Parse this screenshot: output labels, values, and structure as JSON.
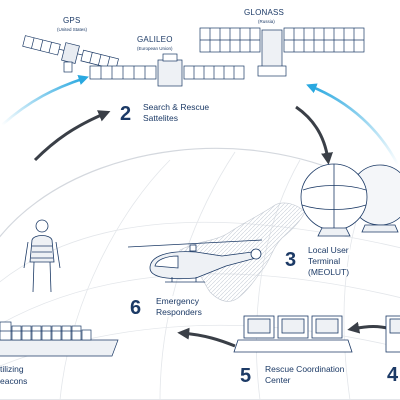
{
  "satellites": {
    "gps": {
      "name": "GPS",
      "region": "(United States)"
    },
    "galileo": {
      "name": "GALILEO",
      "region": "(European Union)"
    },
    "glonass": {
      "name": "GLONASS",
      "region": "(Russia)"
    }
  },
  "steps": [
    {
      "number": "2",
      "line1": "Search & Rescue",
      "line2": "Sattelites"
    },
    {
      "number": "3",
      "line1": "Local User",
      "line2": "Terminal",
      "line3": "(MEOLUT)"
    },
    {
      "number": "4",
      "line1": "",
      "line2": ""
    },
    {
      "number": "5",
      "line1": "Rescue Coordination",
      "line2": "Center"
    },
    {
      "number": "6",
      "line1": "Emergency",
      "line2": "Responders"
    }
  ],
  "beacons": {
    "line1": "tilizing",
    "line2": "eacons"
  },
  "colors": {
    "ink": "#1c3a66",
    "arrow_dark": "#3a3f47",
    "arrow_cyan": "#29a8e0"
  }
}
